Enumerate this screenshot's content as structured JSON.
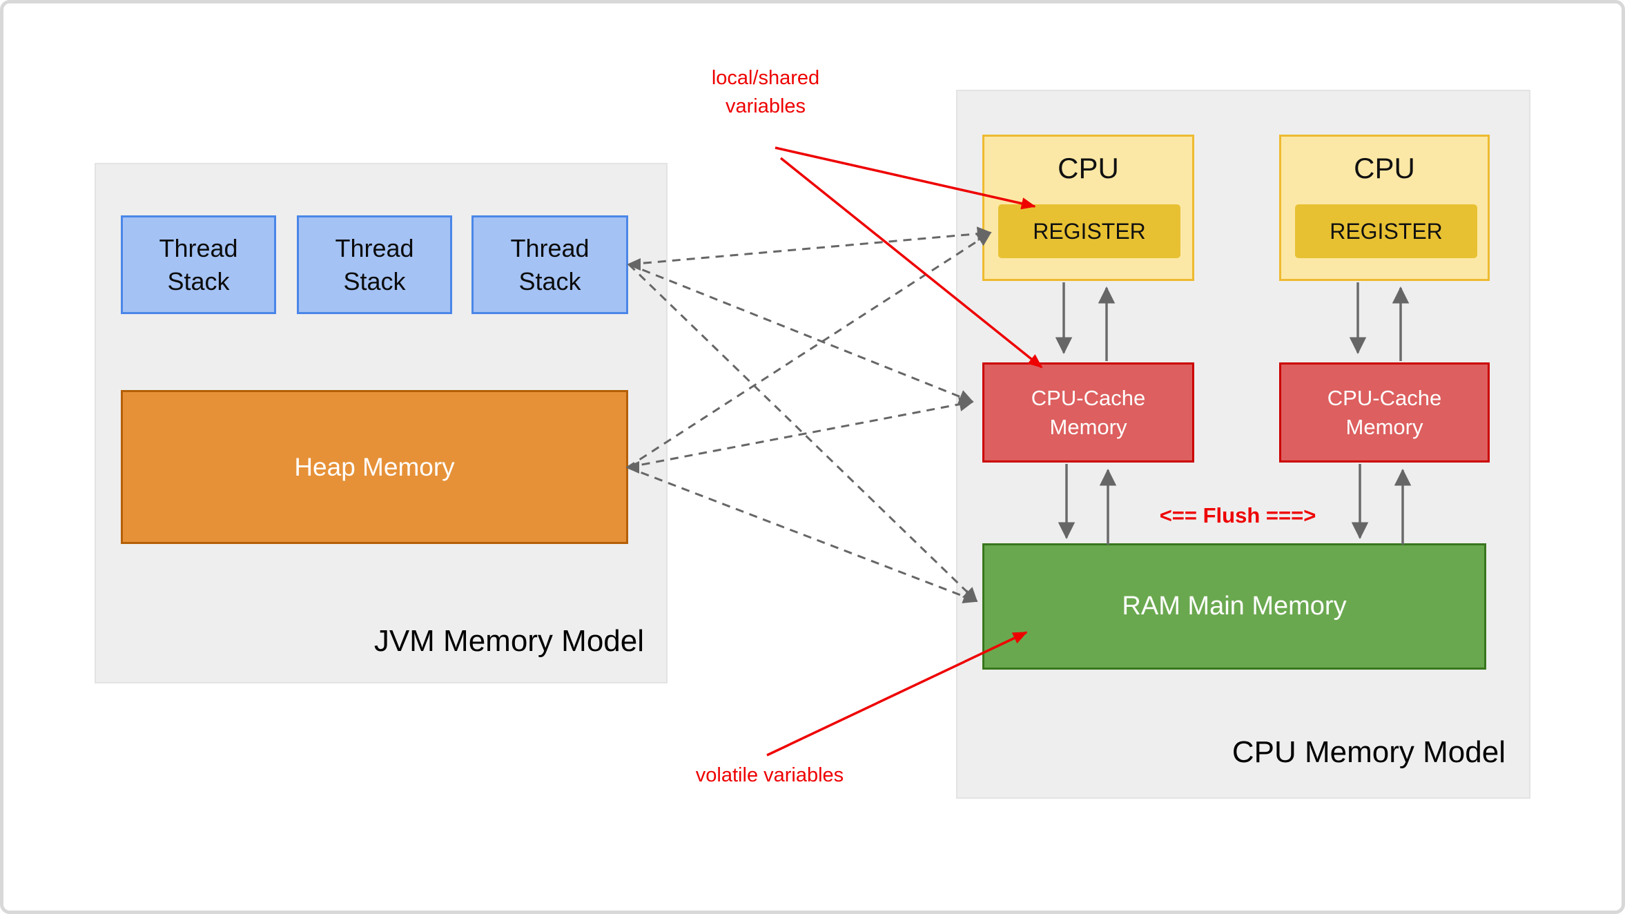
{
  "jvm_panel": {
    "title": "JVM Memory Model",
    "thread_stacks": [
      "Thread\nStack",
      "Thread\nStack",
      "Thread\nStack"
    ],
    "heap_label": "Heap Memory"
  },
  "cpu_panel": {
    "title": "CPU Memory Model",
    "cpus": [
      {
        "label": "CPU",
        "register_label": "REGISTER",
        "cache_label": "CPU-Cache\nMemory"
      },
      {
        "label": "CPU",
        "register_label": "REGISTER",
        "cache_label": "CPU-Cache\nMemory"
      }
    ],
    "ram_label": "RAM Main Memory",
    "flush_label": "<== Flush ===>"
  },
  "annotations": {
    "local_shared_label": "local/shared\nvariables",
    "volatile_label": "volatile variables"
  },
  "colors": {
    "panel_bg": "#eeeeee",
    "thread_stack_fill": "#a4c2f4",
    "thread_stack_border": "#4a86e8",
    "heap_fill": "#e69138",
    "heap_border": "#b45f06",
    "cpu_fill": "#fce8a6",
    "cpu_border": "#eeba30",
    "register_fill": "#e8c133",
    "cache_fill": "#dd5f5f",
    "cache_border": "#cc0000",
    "ram_fill": "#6aa84f",
    "ram_border": "#38761d",
    "arrow_gray": "#666666",
    "annotation_red": "#ee0000"
  }
}
